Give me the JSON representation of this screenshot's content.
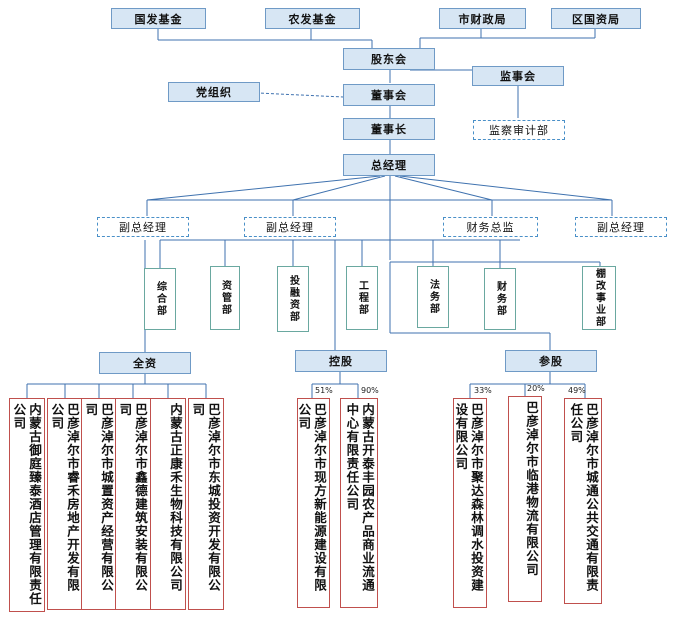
{
  "shareholders": [
    "国发基金",
    "农发基金",
    "市财政局",
    "区国资局"
  ],
  "gudonghui": "股东会",
  "jianshihui": "监事会",
  "dangzuzhi": "党组织",
  "dongshihui": "董事会",
  "jianchashenjibu": "监察审计部",
  "dongshizhang": "董事长",
  "zongjingli": "总经理",
  "vice_managers": [
    "副总经理",
    "副总经理",
    "财务总监",
    "副总经理"
  ],
  "departments": [
    "综合部",
    "资管部",
    "投融资部",
    "工程部",
    "法务部",
    "财务部",
    "棚改事业部"
  ],
  "categories": [
    "全资",
    "控股",
    "参股"
  ],
  "wholly_owned": [
    "内蒙古御庭臻泰酒店管理有限责任公司",
    "巴彦淖尔市睿禾房地产开发有限公司",
    "巴彦淖尔市城置资产经营有限公司",
    "巴彦淖尔市鑫德建筑安装有限公司",
    "内蒙古正康禾生物科技有限公司",
    "巴彦淖尔市东城投资开发有限公司"
  ],
  "holding": [
    {
      "pct": "51%",
      "name": "巴彦淖尔市现方新能源建设有限公司"
    },
    {
      "pct": "90%",
      "name": "内蒙古开泰丰园农产品商业流通中心有限责任公司"
    }
  ],
  "participating": [
    {
      "pct": "33%",
      "name": "巴彦淖尔市聚达森林调水投资建设有限公司"
    },
    {
      "pct": "20%",
      "name": "巴彦淖尔市临港物流有限公司"
    },
    {
      "pct": "49%",
      "name": "巴彦淖尔市城通公共交通有限责任公司"
    }
  ]
}
